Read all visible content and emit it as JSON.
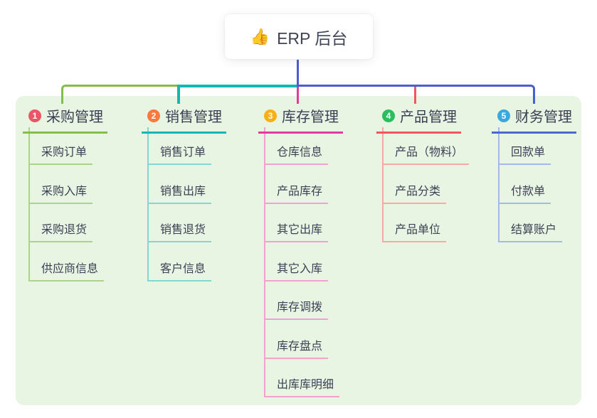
{
  "root": {
    "icon": "👍",
    "label": "ERP 后台"
  },
  "colors": {
    "canvas_bg": "#ffffff",
    "panel_bg": "#e8f5e2",
    "root_connector": "#4a5ed0",
    "text_dark": "#3a3f53"
  },
  "branches": [
    {
      "badge": "1",
      "label": "采购管理",
      "badge_color": "#ec5565",
      "line_color": "#85bd4c",
      "light_color": "#abd488",
      "children": [
        "采购订单",
        "采购入库",
        "采购退货",
        "供应商信息"
      ]
    },
    {
      "badge": "2",
      "label": "销售管理",
      "badge_color": "#f47a3d",
      "line_color": "#14b8b0",
      "light_color": "#85d6d0",
      "children": [
        "销售订单",
        "销售出库",
        "销售退货",
        "客户信息"
      ]
    },
    {
      "badge": "3",
      "label": "库存管理",
      "badge_color": "#f9b016",
      "line_color": "#e23a9d",
      "light_color": "#f2a2cf",
      "children": [
        "仓库信息",
        "产品库存",
        "其它出库",
        "其它入库",
        "库存调拨",
        "库存盘点",
        "出库库明细"
      ]
    },
    {
      "badge": "4",
      "label": "产品管理",
      "badge_color": "#2cbe5e",
      "line_color": "#f4555e",
      "light_color": "#f9a8a6",
      "children": [
        "产品（物料）",
        "产品分类",
        "产品单位"
      ]
    },
    {
      "badge": "5",
      "label": "财务管理",
      "badge_color": "#3ba8de",
      "line_color": "#4a68d2",
      "light_color": "#a4b8ea",
      "children": [
        "回款单",
        "付款单",
        "结算账户"
      ]
    }
  ]
}
